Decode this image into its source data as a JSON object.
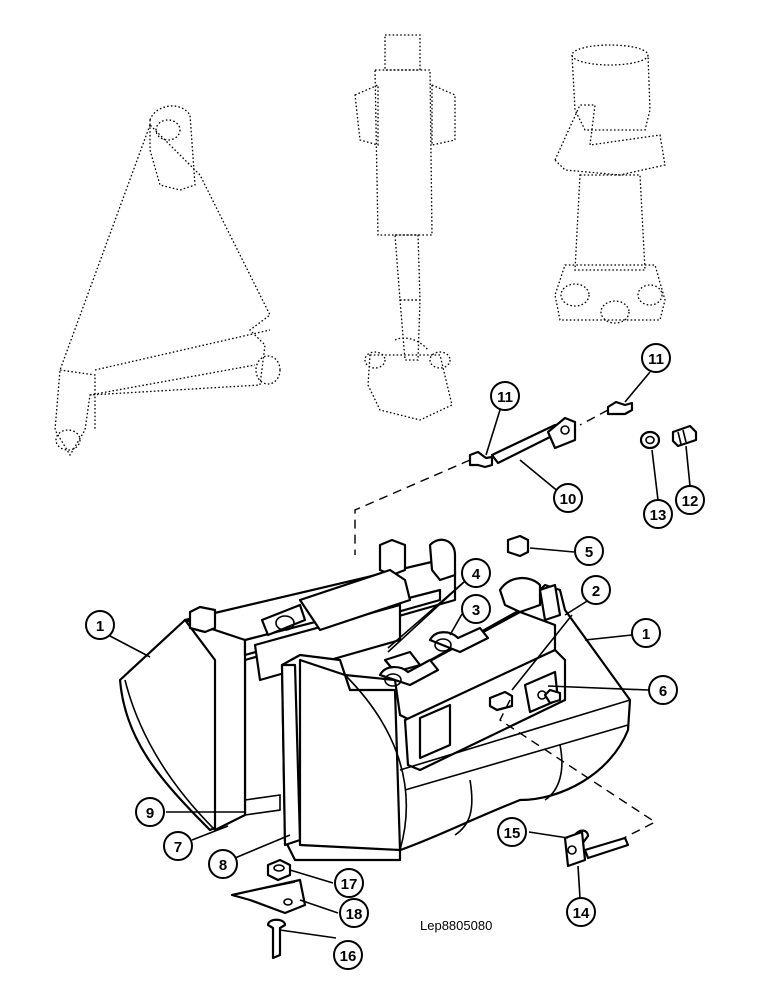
{
  "drawing_ref": "Lep8805080",
  "callouts": {
    "c1a": "1",
    "c1b": "1",
    "c2": "2",
    "c3": "3",
    "c4": "4",
    "c5": "5",
    "c6": "6",
    "c7": "7",
    "c8": "8",
    "c9": "9",
    "c10": "10",
    "c11a": "11",
    "c11b": "11",
    "c12": "12",
    "c13": "13",
    "c14": "14",
    "c15": "15",
    "c16": "16",
    "c17": "17",
    "c18": "18"
  }
}
